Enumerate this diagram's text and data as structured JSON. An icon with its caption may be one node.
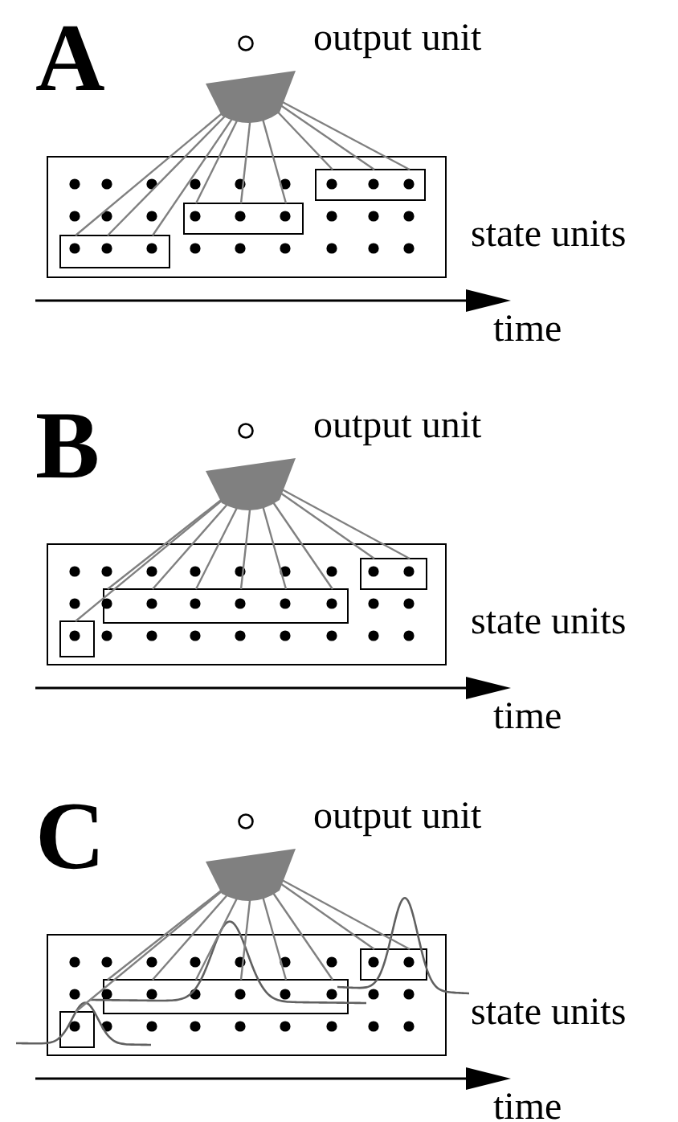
{
  "diagram": {
    "nodes": [
      {
        "text": [],
        "shape": "circle"
      },
      {
        "text": [],
        "shape": "fan"
      },
      {
        "text": [],
        "shape": "box",
        "beside": [
          "state units"
        ]
      },
      {
        "text": [],
        "shape": "box",
        "in": 2
      },
      {
        "text": [],
        "shape": "box",
        "in": 2
      },
      {
        "text": [],
        "shape": "box",
        "in": 2
      },
      {
        "text": [],
        "shape": "circle"
      },
      {
        "text": [],
        "shape": "fan"
      },
      {
        "text": [],
        "shape": "box",
        "beside": [
          "state units"
        ]
      },
      {
        "text": [],
        "shape": "box",
        "in": 8
      },
      {
        "text": [],
        "shape": "box",
        "in": 8
      },
      {
        "text": [],
        "shape": "box",
        "in": 8
      },
      {
        "text": [],
        "shape": "circle"
      },
      {
        "text": [],
        "shape": "fan"
      },
      {
        "text": [],
        "shape": "box",
        "beside": [
          "state units"
        ]
      },
      {
        "text": [],
        "shape": "box",
        "in": 14
      },
      {
        "text": [],
        "shape": "box",
        "in": 14
      },
      {
        "text": [],
        "shape": "box",
        "in": 14
      }
    ],
    "edges": [
      {
        "from": 1,
        "to": 3,
        "arrow": "none"
      },
      {
        "from": 1,
        "to": 3,
        "arrow": "none"
      },
      {
        "from": 1,
        "to": 3,
        "arrow": "none"
      },
      {
        "from": 1,
        "to": 4,
        "arrow": "none"
      },
      {
        "from": 1,
        "to": 4,
        "arrow": "none"
      },
      {
        "from": 1,
        "to": 4,
        "arrow": "none"
      },
      {
        "from": 1,
        "to": 5,
        "arrow": "none"
      },
      {
        "from": 1,
        "to": 5,
        "arrow": "none"
      },
      {
        "from": 1,
        "to": 5,
        "arrow": "none"
      },
      {
        "from": 7,
        "to": 9,
        "arrow": "none"
      },
      {
        "from": 7,
        "to": 10,
        "arrow": "none"
      },
      {
        "from": 7,
        "to": 10,
        "arrow": "none"
      },
      {
        "from": 7,
        "to": 10,
        "arrow": "none"
      },
      {
        "from": 7,
        "to": 10,
        "arrow": "none"
      },
      {
        "from": 7,
        "to": 10,
        "arrow": "none"
      },
      {
        "from": 7,
        "to": 10,
        "arrow": "none"
      },
      {
        "from": 7,
        "to": 11,
        "arrow": "none"
      },
      {
        "from": 7,
        "to": 11,
        "arrow": "none"
      },
      {
        "from": 13,
        "to": 15,
        "arrow": "none"
      },
      {
        "from": 13,
        "to": 16,
        "arrow": "none"
      },
      {
        "from": 13,
        "to": 16,
        "arrow": "none"
      },
      {
        "from": 13,
        "to": 16,
        "arrow": "none"
      },
      {
        "from": 13,
        "to": 16,
        "arrow": "none"
      },
      {
        "from": 13,
        "to": 16,
        "arrow": "none"
      },
      {
        "from": 13,
        "to": 16,
        "arrow": "none"
      },
      {
        "from": 13,
        "to": 17,
        "arrow": "none"
      },
      {
        "from": 13,
        "to": 17,
        "arrow": "none"
      }
    ],
    "labels": [
      "A",
      "output unit",
      "time",
      "B",
      "output unit",
      "time",
      "C",
      "output unit",
      "time"
    ]
  }
}
